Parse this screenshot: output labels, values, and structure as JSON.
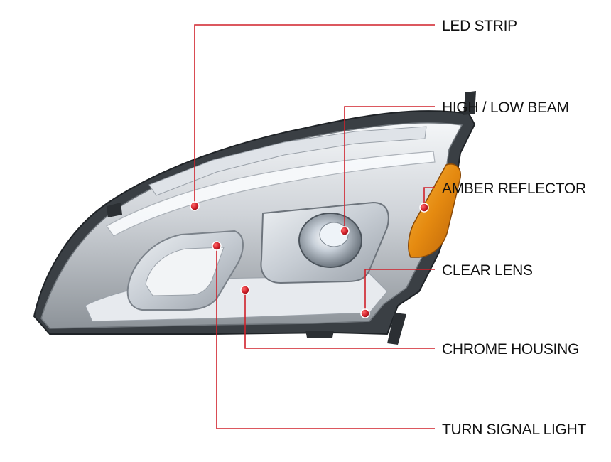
{
  "labels": {
    "led_strip": "LED STRIP",
    "high_low_beam": "HIGH / LOW BEAM",
    "amber_reflector": "AMBER REFLECTOR",
    "clear_lens": "CLEAR LENS",
    "chrome_housing": "CHROME HOUSING",
    "turn_signal_light": "TURN SIGNAL LIGHT"
  },
  "colors": {
    "leader_line": "#d0202a",
    "marker_dot": "#d0202a",
    "amber": "#e8940f",
    "chrome": "#c9cdd2"
  }
}
